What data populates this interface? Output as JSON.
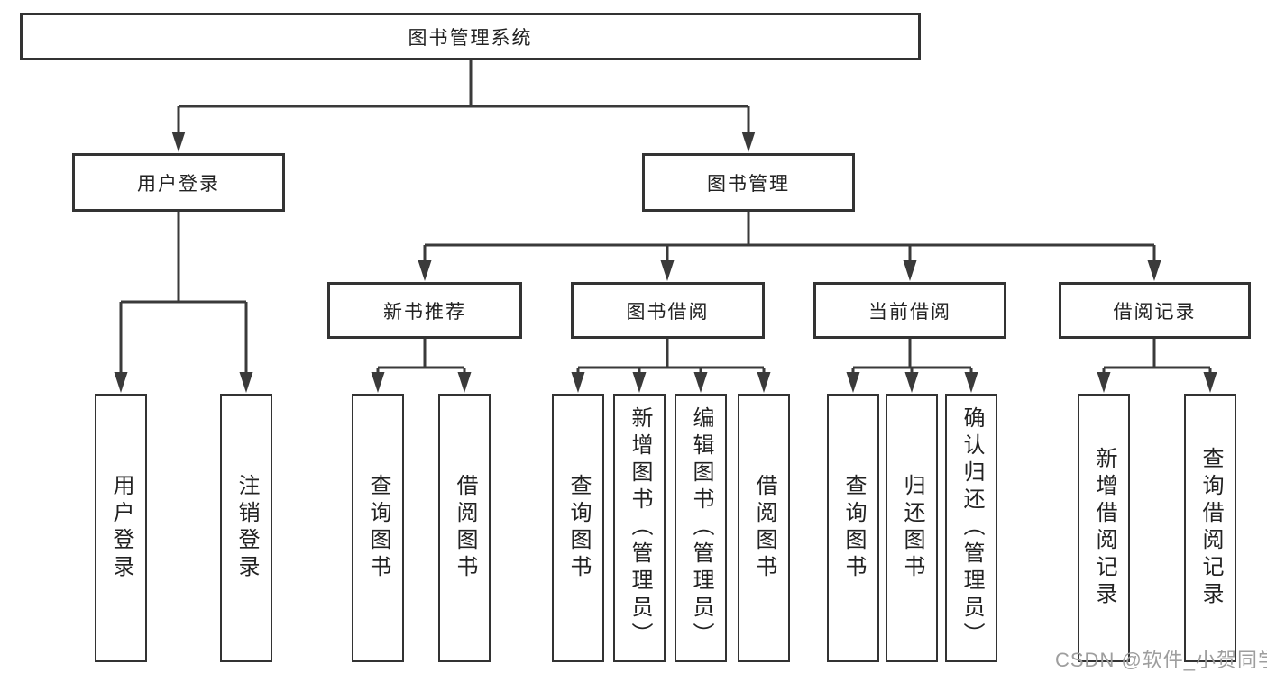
{
  "diagram": {
    "root": {
      "label": "图书管理系统"
    },
    "branches": [
      {
        "label": "用户登录",
        "leaves": [
          {
            "label": "用户登录"
          },
          {
            "label": "注销登录"
          }
        ]
      },
      {
        "label": "图书管理",
        "groups": [
          {
            "label": "新书推荐",
            "leaves": [
              {
                "label": "查询图书"
              },
              {
                "label": "借阅图书"
              }
            ]
          },
          {
            "label": "图书借阅",
            "leaves": [
              {
                "label": "查询图书"
              },
              {
                "label": "新增图书（管理员）"
              },
              {
                "label": "编辑图书（管理员）"
              },
              {
                "label": "借阅图书"
              }
            ]
          },
          {
            "label": "当前借阅",
            "leaves": [
              {
                "label": "查询图书"
              },
              {
                "label": "归还图书"
              },
              {
                "label": "确认归还（管理员）"
              }
            ]
          },
          {
            "label": "借阅记录",
            "leaves": [
              {
                "label": "新增借阅记录"
              },
              {
                "label": "查询借阅记录"
              }
            ]
          }
        ]
      }
    ]
  },
  "watermark": {
    "text": "CSDN @软件_小贺同学"
  },
  "colors": {
    "line": "#3a3a3a",
    "box_border": "#333333",
    "text": "#222222",
    "watermark": "#9e9e9e",
    "background": "#ffffff"
  }
}
